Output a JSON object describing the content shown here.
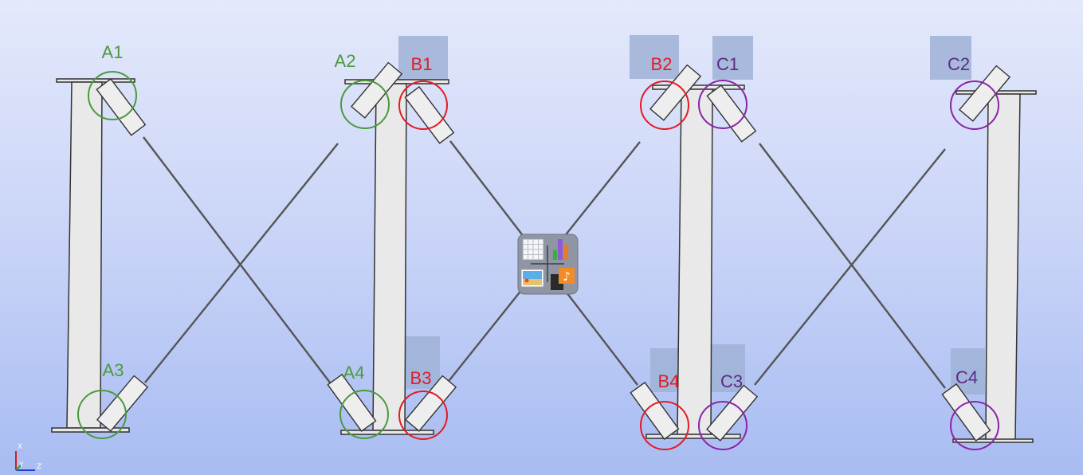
{
  "view": {
    "title": "Cross-braced frame — joint markers",
    "axes": {
      "x_label": "X",
      "y_label": "Y",
      "z_label": "Z"
    }
  },
  "groups": [
    {
      "name": "A",
      "color": "#4a9a3c",
      "joints": [
        "A1",
        "A2",
        "A3",
        "A4"
      ]
    },
    {
      "name": "B",
      "color": "#e31b23",
      "joints": [
        "B1",
        "B2",
        "B3",
        "B4"
      ]
    },
    {
      "name": "C",
      "color": "#5b2a86",
      "joints": [
        "C1",
        "C2",
        "C3",
        "C4"
      ]
    }
  ],
  "labels": {
    "A1": "A1",
    "A2": "A2",
    "A3": "A3",
    "A4": "A4",
    "B1": "B1",
    "B2": "B2",
    "B3": "B3",
    "B4": "B4",
    "C1": "C1",
    "C2": "C2",
    "C3": "C3",
    "C4": "C4"
  },
  "colors": {
    "A": "#4a9a3c",
    "B": "#e31b23",
    "C": "#5b2a86",
    "C_ring": "#8a24a6",
    "highlight": "#9fb1d6",
    "column_fill": "#e9e9e9",
    "column_stroke": "#333333",
    "cable": "#555555"
  },
  "toolbar_icon": {
    "name": "media-gallery-icon"
  }
}
